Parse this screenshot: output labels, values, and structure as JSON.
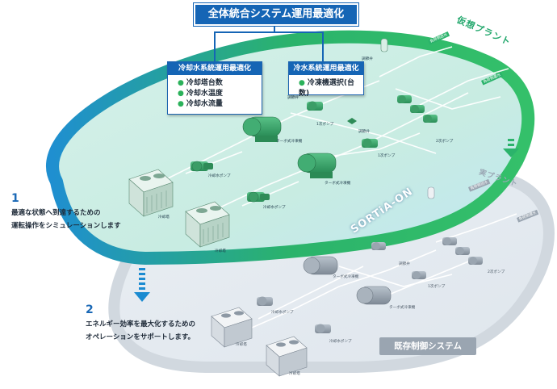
{
  "top_title": "全体統合システム運用最適化",
  "cooling_box": {
    "title": "冷却水系統運用最適化",
    "items": [
      "冷却塔台数",
      "冷却水温度",
      "冷却水流量"
    ]
  },
  "chilled_box": {
    "title": "冷水系統運用最適化",
    "items": [
      "冷凍機選択(台数)"
    ]
  },
  "virtual_plant_label": "仮想プラント",
  "real_plant_label": "実プラント",
  "sortia_label": "SORTiA-ON",
  "existing_system_label": "既存制御システム",
  "step1": {
    "number": "1",
    "lines": [
      "最適な状態へ到達するための",
      "運転操作をシミュレーションします"
    ]
  },
  "step2": {
    "number": "2",
    "lines": [
      "エネルギー効率を最大化するための",
      "オペレーションをサポートします。"
    ]
  },
  "virtual_labels": {
    "cooling_water_pump_1": "冷却水ポンプ",
    "cooling_water_pump_2": "冷却水ポンプ",
    "cooling_tower_1": "冷却塔",
    "cooling_tower_2": "冷却塔",
    "chiller_1": "ターボ式冷凍機",
    "chiller_2": "ターボ式冷凍機",
    "primary_pump_1": "1次ポンプ",
    "primary_pump_2": "1次ポンプ",
    "secondary_pump": "2次ポンプ",
    "valve_1": "調節弁",
    "valve_2": "調節弁",
    "valve_3": "調節弁",
    "load_supply": "負荷側送水",
    "load_return": "負荷側還水"
  },
  "real_labels": {
    "cooling_water_pump_1": "冷却水ポンプ",
    "cooling_water_pump_2": "冷却水ポンプ",
    "cooling_tower_1": "冷却塔",
    "cooling_tower_2": "冷却塔",
    "chiller_1": "ターボ式冷凍機",
    "chiller_2": "ターボ式冷凍機",
    "primary_pump": "1次ポンプ",
    "secondary_pump": "2次ポンプ",
    "valve": "調節弁",
    "load_supply": "負荷側送水",
    "load_return": "負荷側還水"
  },
  "colors": {
    "brand_blue": "#1565b5",
    "virtual_green": "#2fb46b",
    "virtual_fill": "#c6ecdf",
    "real_gray": "#c2cad3",
    "equipment_green": "#3aa86a",
    "equipment_gray": "#8d98a4"
  }
}
